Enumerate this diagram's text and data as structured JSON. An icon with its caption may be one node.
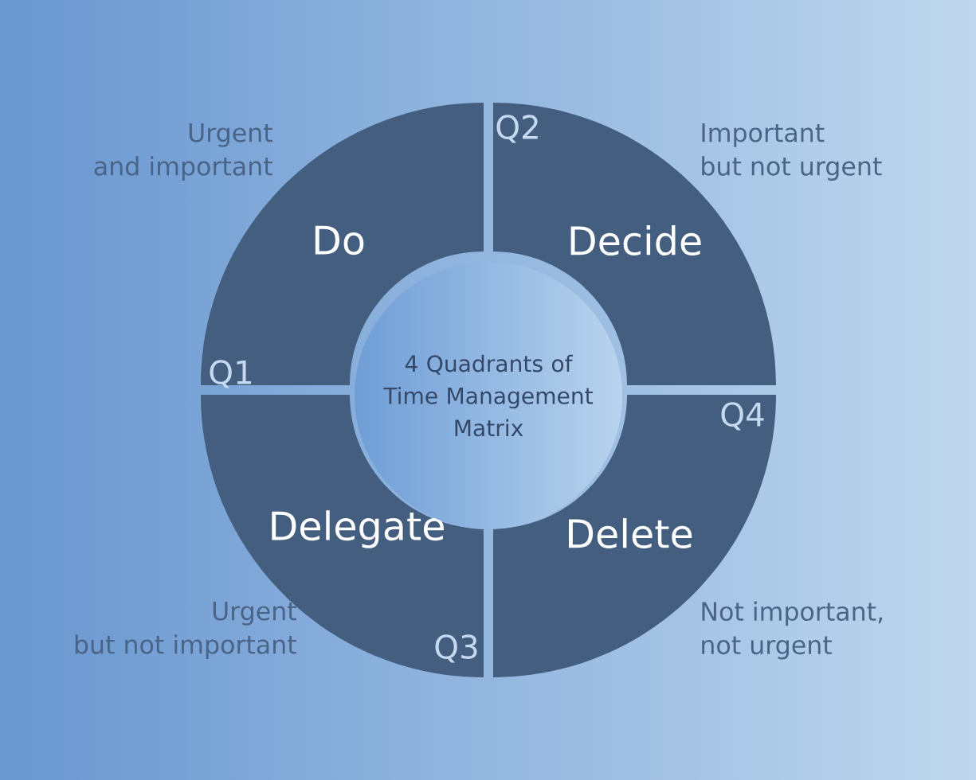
{
  "diagram": {
    "nodes": [
      {
        "text": [
          "Do",
          "Q1"
        ],
        "beside": [
          "Urgent and important"
        ]
      },
      {
        "text": [
          "Decide",
          "Q2"
        ],
        "beside": [
          "Important but not urgent"
        ]
      },
      {
        "text": [
          "4 Quadrants of Time Management Matrix"
        ]
      },
      {
        "text": [
          "Delegate",
          "Q3"
        ],
        "beside": [
          "Urgent but not important"
        ]
      },
      {
        "text": [
          "Delete",
          "Q4"
        ],
        "beside": [
          "Not important, not urgent"
        ]
      }
    ]
  }
}
